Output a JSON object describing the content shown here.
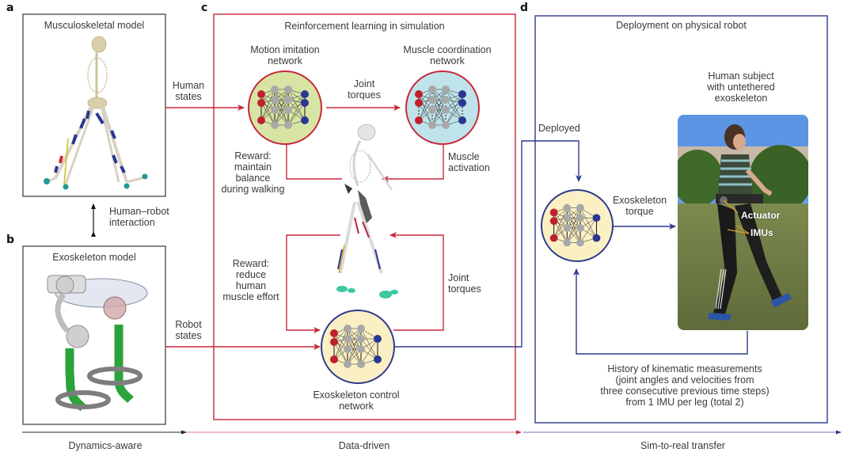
{
  "panels": {
    "a": {
      "letter": "a",
      "title": "Musculoskeletal model"
    },
    "b": {
      "letter": "b",
      "title": "Exoskeleton model"
    },
    "c": {
      "letter": "c",
      "title": "Reinforcement learning in simulation"
    },
    "d": {
      "letter": "d",
      "title": "Deployment on physical robot"
    }
  },
  "labels": {
    "human_robot_interaction": "Human–robot interaction",
    "human_robot_interaction_l1": "Human–robot",
    "human_robot_interaction_l2": "interaction",
    "human_states_l1": "Human",
    "human_states_l2": "states",
    "robot_states_l1": "Robot",
    "robot_states_l2": "states",
    "motion_imitation_l1": "Motion imitation",
    "motion_imitation_l2": "network",
    "muscle_coordination_l1": "Muscle coordination",
    "muscle_coordination_l2": "network",
    "joint_torques_top_l1": "Joint",
    "joint_torques_top_l2": "torques",
    "reward_balance": [
      "Reward:",
      "maintain",
      "balance",
      "during walking"
    ],
    "muscle_activation": [
      "Muscle",
      "activation"
    ],
    "reward_effort": [
      "Reward:",
      "reduce",
      "human",
      "muscle effort"
    ],
    "joint_torques_right": [
      "Joint",
      "torques"
    ],
    "exo_control_l1": "Exoskeleton control",
    "exo_control_l2": "network",
    "deployed": "Deployed",
    "human_subject": [
      "Human subject",
      "with untethered",
      "exoskeleton"
    ],
    "exo_torque": [
      "Exoskeleton",
      "torque"
    ],
    "actuator": "Actuator",
    "imus": "IMUs",
    "history": [
      "History of kinematic measurements",
      "(joint angles and velocities from",
      "three consecutive previous time steps)",
      "from 1 IMU per leg (total 2)"
    ]
  },
  "stages": [
    {
      "label": "Dynamics-aware",
      "color": "#555555"
    },
    {
      "label": "Data-driven",
      "color": "#d9737c"
    },
    {
      "label": "Sim-to-real transfer",
      "color": "#5b6bb5"
    }
  ],
  "colors": {
    "red": "#c8283a",
    "blue": "#2e3a8c",
    "green_net_fill": "#d8e4a4",
    "cyan_net_fill": "#bfe3ea",
    "yellow_net_fill": "#fbf0c4",
    "node_red": "#c0202e",
    "node_blue": "#2a3790",
    "node_gray": "#a8a8a8"
  }
}
